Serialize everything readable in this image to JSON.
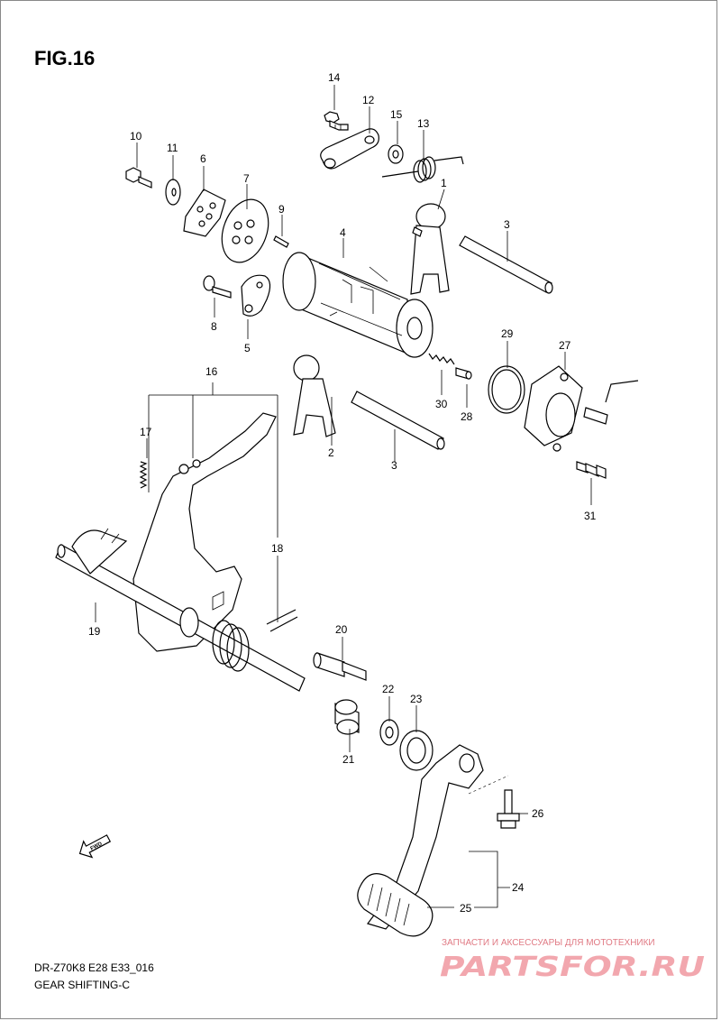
{
  "figure": {
    "title": "FIG.16",
    "model_code": "DR-Z70K8 E28 E33_016",
    "section": "GEAR SHIFTING-C"
  },
  "fwd_label": "FWD",
  "watermark": {
    "tagline": "ЗАПЧАСТИ И АКСЕССУАРЫ ДЛЯ МОТОТЕХНИКИ",
    "brand": "PARTSFOR.RU"
  },
  "callouts": [
    "14",
    "12",
    "15",
    "13",
    "10",
    "11",
    "6",
    "7",
    "9",
    "1",
    "3",
    "4",
    "8",
    "5",
    "29",
    "27",
    "16",
    "30",
    "28",
    "2",
    "3",
    "17",
    "31",
    "18",
    "20",
    "19",
    "22",
    "23",
    "21",
    "26",
    "24",
    "25"
  ]
}
